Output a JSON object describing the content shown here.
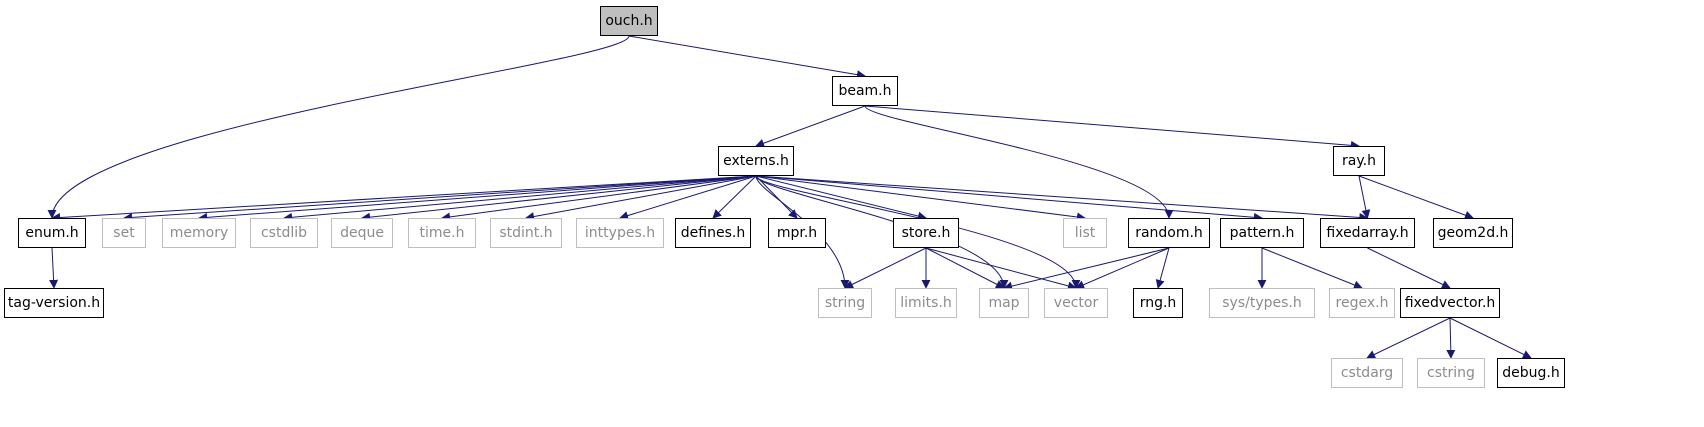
{
  "nodes": {
    "ouch": {
      "label": "ouch.h",
      "kind": "root"
    },
    "beam": {
      "label": "beam.h",
      "kind": "local"
    },
    "externs": {
      "label": "externs.h",
      "kind": "local"
    },
    "ray": {
      "label": "ray.h",
      "kind": "local"
    },
    "enum": {
      "label": "enum.h",
      "kind": "local"
    },
    "set": {
      "label": "set",
      "kind": "external"
    },
    "memory": {
      "label": "memory",
      "kind": "external"
    },
    "cstdlib": {
      "label": "cstdlib",
      "kind": "external"
    },
    "deque": {
      "label": "deque",
      "kind": "external"
    },
    "time": {
      "label": "time.h",
      "kind": "external"
    },
    "stdint": {
      "label": "stdint.h",
      "kind": "external"
    },
    "inttypes": {
      "label": "inttypes.h",
      "kind": "external"
    },
    "defines": {
      "label": "defines.h",
      "kind": "local"
    },
    "mpr": {
      "label": "mpr.h",
      "kind": "local"
    },
    "store": {
      "label": "store.h",
      "kind": "local"
    },
    "list": {
      "label": "list",
      "kind": "external"
    },
    "random": {
      "label": "random.h",
      "kind": "local"
    },
    "pattern": {
      "label": "pattern.h",
      "kind": "local"
    },
    "fixedarray": {
      "label": "fixedarray.h",
      "kind": "local"
    },
    "geom2d": {
      "label": "geom2d.h",
      "kind": "local"
    },
    "tagversion": {
      "label": "tag-version.h",
      "kind": "local"
    },
    "string": {
      "label": "string",
      "kind": "external"
    },
    "limits": {
      "label": "limits.h",
      "kind": "external"
    },
    "map": {
      "label": "map",
      "kind": "external"
    },
    "vector": {
      "label": "vector",
      "kind": "external"
    },
    "rng": {
      "label": "rng.h",
      "kind": "local"
    },
    "systypes": {
      "label": "sys/types.h",
      "kind": "external"
    },
    "regex": {
      "label": "regex.h",
      "kind": "external"
    },
    "fixedvector": {
      "label": "fixedvector.h",
      "kind": "local"
    },
    "cstdarg": {
      "label": "cstdarg",
      "kind": "external"
    },
    "cstring": {
      "label": "cstring",
      "kind": "external"
    },
    "debug": {
      "label": "debug.h",
      "kind": "local"
    }
  },
  "edges": [
    [
      "ouch",
      "enum"
    ],
    [
      "ouch",
      "beam"
    ],
    [
      "beam",
      "externs"
    ],
    [
      "beam",
      "random"
    ],
    [
      "beam",
      "ray"
    ],
    [
      "externs",
      "enum"
    ],
    [
      "externs",
      "set"
    ],
    [
      "externs",
      "memory"
    ],
    [
      "externs",
      "cstdlib"
    ],
    [
      "externs",
      "deque"
    ],
    [
      "externs",
      "time"
    ],
    [
      "externs",
      "stdint"
    ],
    [
      "externs",
      "inttypes"
    ],
    [
      "externs",
      "defines"
    ],
    [
      "externs",
      "mpr"
    ],
    [
      "externs",
      "store"
    ],
    [
      "externs",
      "string"
    ],
    [
      "externs",
      "map"
    ],
    [
      "externs",
      "vector"
    ],
    [
      "externs",
      "list"
    ],
    [
      "externs",
      "pattern"
    ],
    [
      "externs",
      "fixedarray"
    ],
    [
      "enum",
      "tagversion"
    ],
    [
      "store",
      "string"
    ],
    [
      "store",
      "limits"
    ],
    [
      "store",
      "map"
    ],
    [
      "store",
      "vector"
    ],
    [
      "random",
      "map"
    ],
    [
      "random",
      "vector"
    ],
    [
      "random",
      "rng"
    ],
    [
      "pattern",
      "systypes"
    ],
    [
      "pattern",
      "regex"
    ],
    [
      "ray",
      "fixedarray"
    ],
    [
      "ray",
      "geom2d"
    ],
    [
      "fixedarray",
      "fixedvector"
    ],
    [
      "fixedvector",
      "cstdarg"
    ],
    [
      "fixedvector",
      "cstring"
    ],
    [
      "fixedvector",
      "debug"
    ]
  ],
  "colors": {
    "edge": "#191970",
    "root_fill": "#bfbfbf",
    "external_border": "#bfbfbf",
    "external_text": "#8c8c8c"
  }
}
